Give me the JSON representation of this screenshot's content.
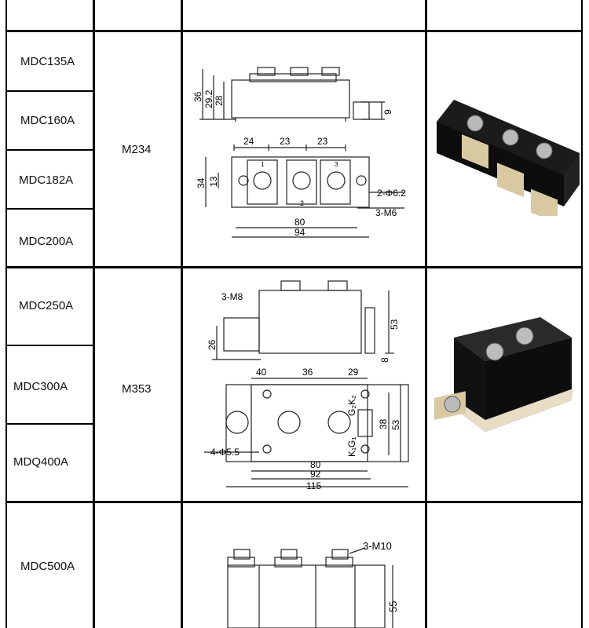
{
  "rows": [
    {
      "models": [
        "MDC135A",
        "MDC160A",
        "MDC182A",
        "MDC200A"
      ],
      "package": "M234",
      "drawing": {
        "side_dims": [
          "36",
          "29.2",
          "28",
          "9"
        ],
        "top_dims": [
          "24",
          "23",
          "23"
        ],
        "height_dims": [
          "34",
          "13"
        ],
        "terminals": [
          "1",
          "2",
          "3"
        ],
        "hole_note": "2-Φ6.2",
        "screw_note": "3-M6",
        "bottom_dims": [
          "80",
          "94"
        ]
      }
    },
    {
      "models": [
        "MDC250A",
        "MDC300A",
        "MDQ400A"
      ],
      "package": "M353",
      "drawing": {
        "screw_note": "3-M8",
        "side_dims": [
          "26",
          "53",
          "8"
        ],
        "top_dims": [
          "40",
          "36",
          "29"
        ],
        "gate_labels": [
          "G₂K₂",
          "K₁G₁"
        ],
        "right_dims": [
          "38",
          "53"
        ],
        "hole_note": "4-Φ5.5",
        "bottom_dims": [
          "80",
          "92",
          "115"
        ]
      }
    },
    {
      "models": [
        "MDC500A"
      ],
      "package": "",
      "drawing": {
        "screw_note": "3-M10",
        "side_dims": [
          "55"
        ]
      }
    }
  ]
}
